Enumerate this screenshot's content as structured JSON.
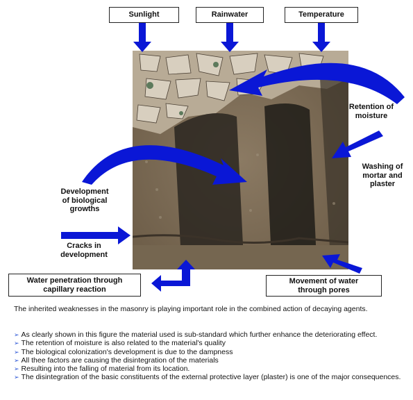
{
  "top_labels": {
    "sunlight": "Sunlight",
    "rainwater": "Rainwater",
    "temperature": "Temperature"
  },
  "side_labels": {
    "retention": "Retention of\nmoisture",
    "washing": "Washing of\nmortar and\nplaster",
    "development": "Development\nof biological\ngrowths",
    "cracks": "Cracks in\ndevelopment"
  },
  "bottom_labels": {
    "water_penetration": "Water penetration through\ncapillary reaction",
    "movement": "Movement of water\nthrough pores"
  },
  "intro": "The inherited weaknesses in the masonry is playing important role in the combined action of decaying agents.",
  "bullets": [
    "As clearly shown in this figure the material used is sub-standard which further enhance the deteriorating effect.",
    "The retention of moisture is also related to the material's quality",
    "The biological colonization's  development is due to the dampness",
    "All thee factors are causing the disintegration of the materials",
    "Resulting into the falling of material from its location.",
    "The disintegration of the basic constituents of the external protective layer (plaster)  is one of the major consequences."
  ],
  "colors": {
    "arrow": "#0a17d6",
    "bullet_marker": "#2b55d6"
  },
  "icons": {
    "bullet": "arrowhead-bullet-icon",
    "arrow": "blue-arrow-icon"
  }
}
